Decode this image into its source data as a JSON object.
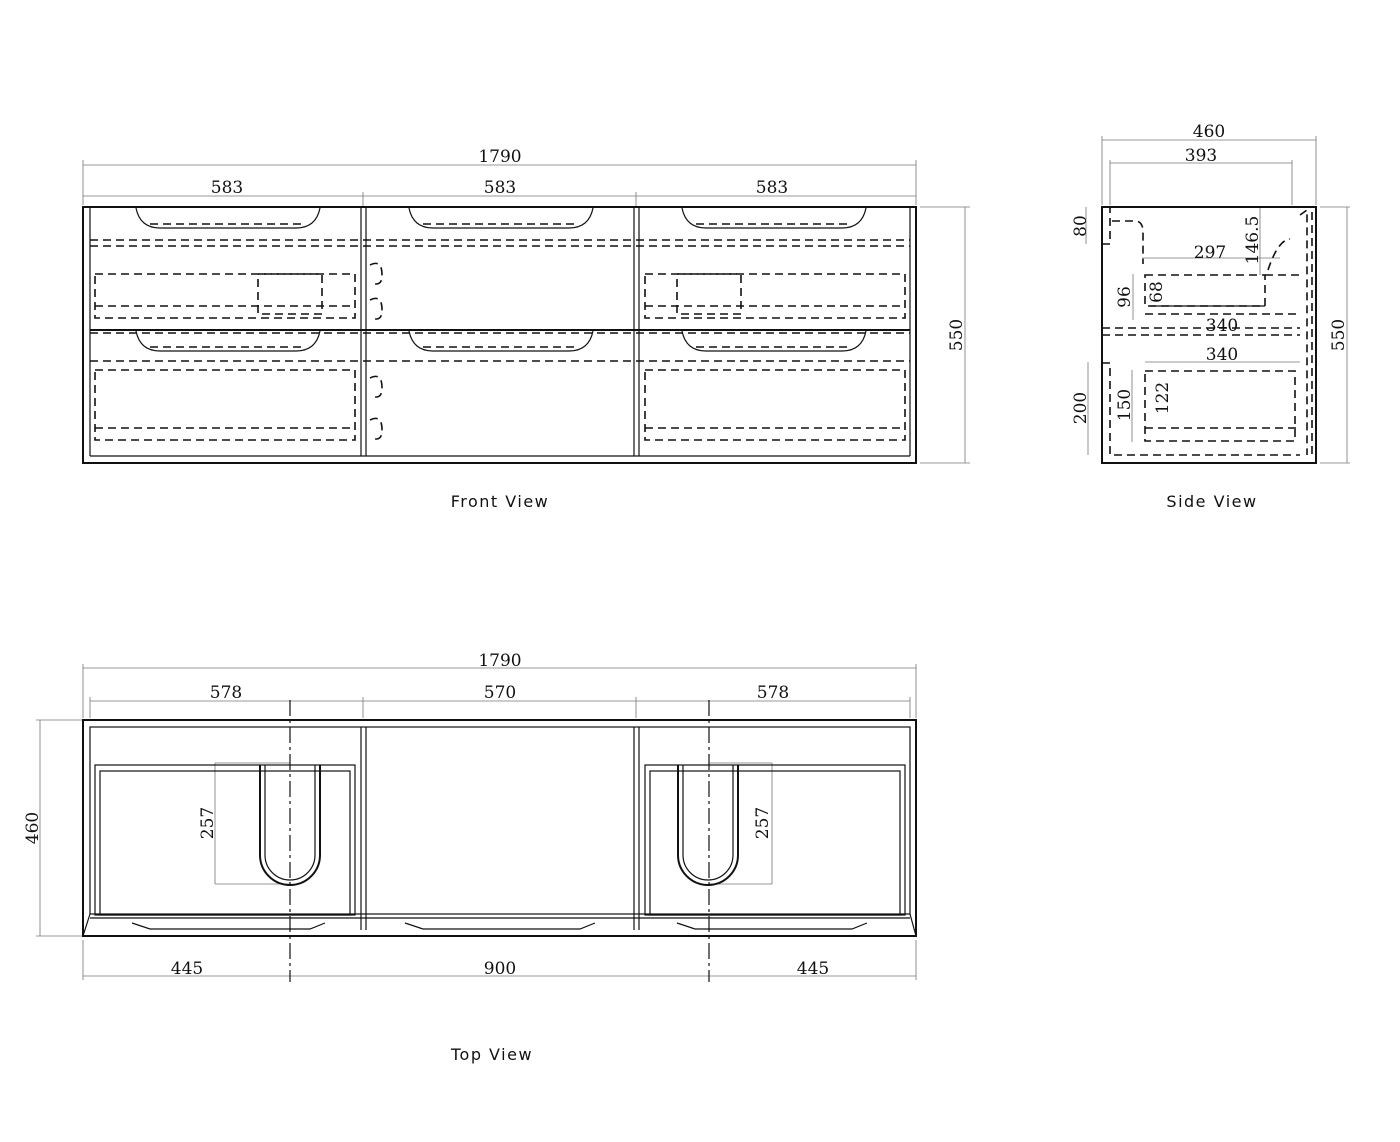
{
  "front_view": {
    "title": "Front View",
    "overall_width": "1790",
    "section_widths": [
      "583",
      "583",
      "583"
    ],
    "height": "550"
  },
  "side_view": {
    "title": "Side View",
    "depth": "460",
    "inner_depth": "393",
    "height": "550",
    "top_rail": "80",
    "basin_width": "297",
    "basin_offset": "146.5",
    "upper_drawer_height": "96",
    "upper_drawer_inner": "68",
    "upper_drawer_depth": "340",
    "lower_drawer_depth": "340",
    "lower_section": "200",
    "lower_drawer_height": "150",
    "lower_drawer_inner": "122"
  },
  "top_view": {
    "title": "Top View",
    "overall_width": "1790",
    "section_widths": [
      "578",
      "570",
      "578"
    ],
    "depth": "460",
    "cutout_depth_left": "257",
    "cutout_depth_right": "257",
    "centerline_offsets": [
      "445",
      "900",
      "445"
    ]
  }
}
